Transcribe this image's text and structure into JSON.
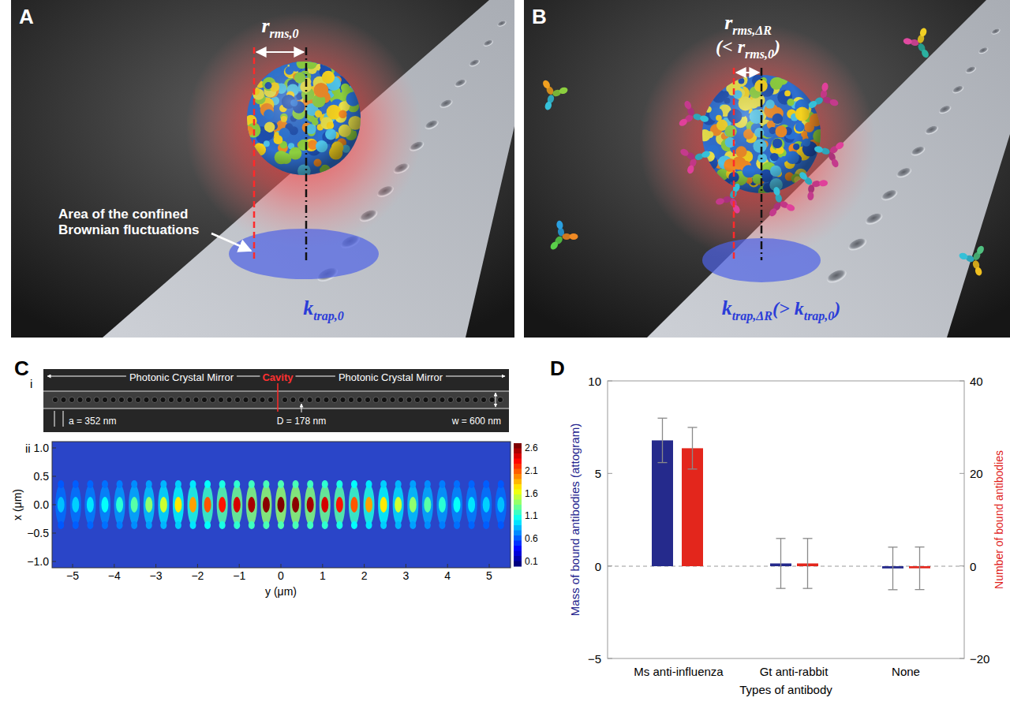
{
  "diagram": {
    "nodes": [
      {
        "text": [
          "A",
          "r",
          "rms,0",
          "Area of the confined Brownian fluctuations",
          "k",
          "trap,0"
        ]
      },
      {
        "text": [
          "B",
          "r",
          "rms,ΔR",
          "(< r",
          "rms,0",
          ")",
          "k",
          "trap,ΔR",
          "(> k",
          "trap,0",
          ")"
        ]
      },
      {
        "text": [
          "Photonic Crystal Mirror",
          "Cavity",
          "Photonic Crystal Mirror",
          "a = 352 nm",
          "D = 178 nm",
          "w = 600 nm"
        ]
      }
    ],
    "labels": [
      "C",
      "i",
      "ii",
      "1.0",
      "0.5",
      "0.0",
      "−0.5",
      "−1.0",
      "x (μm)",
      "−5",
      "−4",
      "−3",
      "−2",
      "−1",
      "0",
      "1",
      "2",
      "3",
      "4",
      "5",
      "y (μm)",
      "2.6",
      "2.1",
      "1.6",
      "1.1",
      "0.6",
      "0.1",
      "D",
      "10",
      "5",
      "0",
      "−5",
      "40",
      "20",
      "0",
      "−20",
      "Mass of bound antibodies (attogram)",
      "Number of bound antibodies",
      "Ms anti-influenza",
      "Gt anti-rabbit",
      "None",
      "Types of antibody"
    ]
  }
}
